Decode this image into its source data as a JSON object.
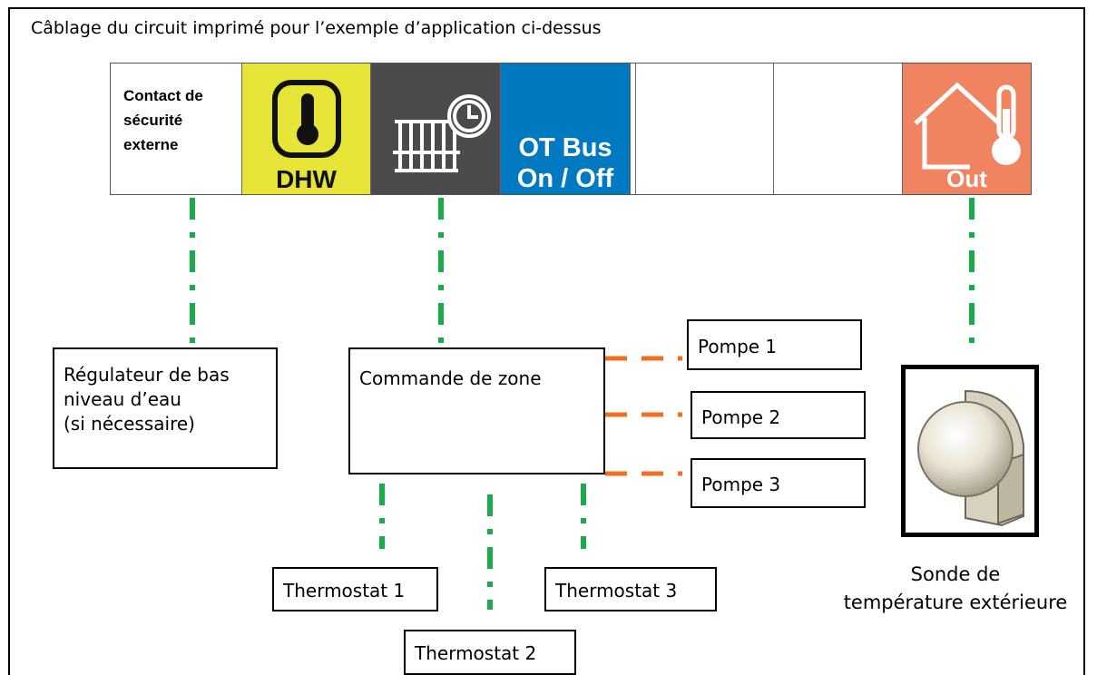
{
  "title": "Câblage du circuit imprimé pour l’exemple d’application ci-dessus",
  "strip": {
    "safety_contact": "Contact de\nsécurité\nexterne",
    "dhw_label": "DHW",
    "ot_bus_line1": "OT Bus",
    "ot_bus_line2": "On / Off",
    "out_label": "Out"
  },
  "colors": {
    "dhw": "#e6e537",
    "heating": "#4b4b4d",
    "ot_bus": "#0079c1",
    "outdoor": "#f18460",
    "wire_green": "#1bab4a",
    "wire_orange": "#f26f21"
  },
  "icons": {
    "dhw": "thermometer-icon",
    "heating": "radiator-clock-icon",
    "outdoor": "house-thermometer-icon",
    "sensor": "outdoor-sensor-icon"
  },
  "boxes": {
    "water_level": "Régulateur de bas\nniveau d’eau\n(si nécessaire)",
    "zone_control": "Commande de zone",
    "pump1": "Pompe 1",
    "pump2": "Pompe 2",
    "pump3": "Pompe 3",
    "thermostat1": "Thermostat 1",
    "thermostat2": "Thermostat 2",
    "thermostat3": "Thermostat 3"
  },
  "sensor_caption": "Sonde de\ntempérature extérieure"
}
